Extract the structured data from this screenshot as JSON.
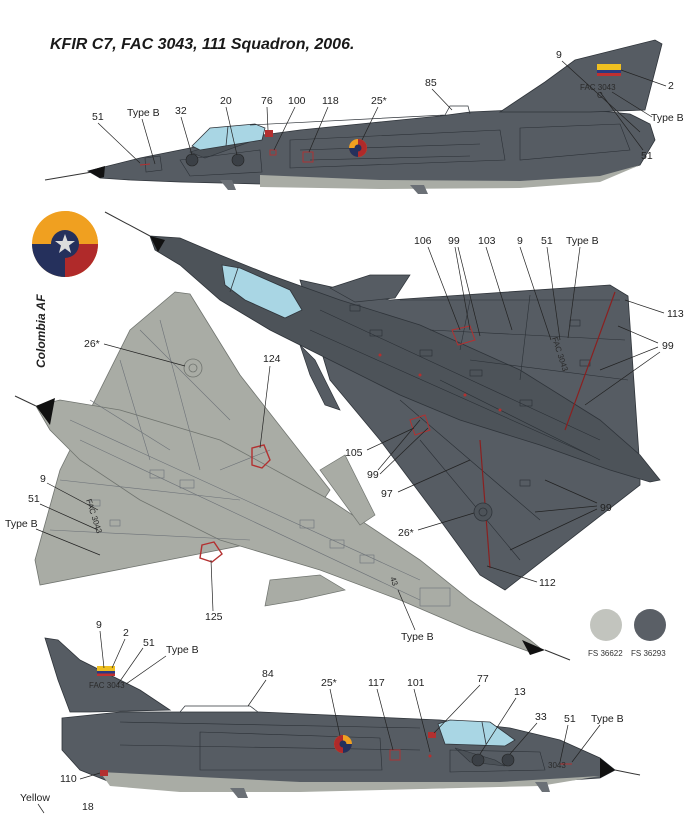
{
  "title": "KFIR C7, FAC 3043, 111 Squadron, 2006.",
  "roundel": {
    "label": "Colombia AF",
    "colors": {
      "yellow": "#f0a020",
      "blue": "#25305c",
      "red": "#b02a2a",
      "star": "#dcdcdc"
    }
  },
  "colors": {
    "dark_grey": "#545a61",
    "light_grey": "#a9aca5",
    "canopy": "#a9d6e4",
    "red_stencil": "#b33030"
  },
  "swatches": [
    {
      "code": "FS 36622",
      "color": "#c2c4be"
    },
    {
      "code": "FS 36293",
      "color": "#5a5f66"
    }
  ],
  "stencils": {
    "serial": "FAC 3043",
    "nose_number": "43",
    "nose_number_bottom": "3043",
    "c_mark": "C"
  },
  "callouts_top": {
    "n51_nose": "51",
    "typeb_nose": "Type B",
    "n32": "32",
    "n20": "20",
    "n76": "76",
    "n100": "100",
    "n118": "118",
    "n25": "25*",
    "n85": "85",
    "n9": "9",
    "n2": "2",
    "typeb_tail": "Type B",
    "n51_tail": "51"
  },
  "callouts_upper": {
    "n106": "106",
    "n99a": "99",
    "n103": "103",
    "n9": "9",
    "n51": "51",
    "typeb": "Type B",
    "n113": "113",
    "n99b": "99",
    "n105": "105",
    "n99c": "99",
    "n97": "97",
    "n99d": "99",
    "n26": "26*",
    "n112": "112"
  },
  "callouts_lower": {
    "n26": "26*",
    "n124": "124",
    "n9": "9",
    "n51": "51",
    "typeb": "Type B",
    "n125": "125",
    "typeb_nose": "Type B"
  },
  "callouts_bottom": {
    "n9": "9",
    "n2": "2",
    "n51": "51",
    "typeb_tail": "Type B",
    "n84": "84",
    "n25": "25*",
    "n117": "117",
    "n101": "101",
    "n77": "77",
    "n13": "13",
    "n33": "33",
    "n51_nose": "51",
    "typeb_nose": "Type B",
    "n110": "110",
    "yellow": "Yellow",
    "n18": "18"
  }
}
